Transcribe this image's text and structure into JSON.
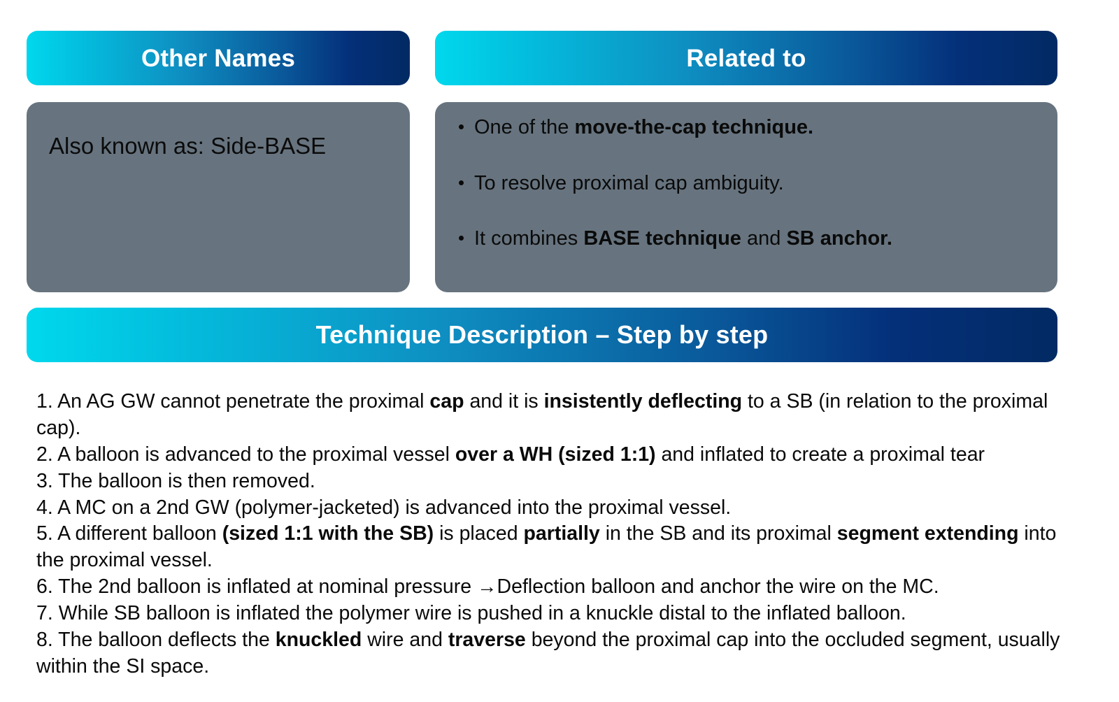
{
  "theme": {
    "gradient_start": "#00D8ED",
    "gradient_end": "#022A63",
    "card_gray": "#67747F",
    "heading_text_color": "#FFFFFF",
    "body_text_color": "#0A0A0A",
    "page_background": "#FFFFFF"
  },
  "sections": {
    "other_names": {
      "header": "Other Names",
      "body": "Also known as: Side-BASE"
    },
    "related_to": {
      "header": "Related to",
      "bullets": [
        {
          "plain_prefix": "One of the ",
          "bold_1": "move-the-cap technique.",
          "plain_mid": "",
          "bold_2": "",
          "plain_suffix": ""
        },
        {
          "plain_prefix": "To resolve proximal cap ambiguity.",
          "bold_1": "",
          "plain_mid": "",
          "bold_2": "",
          "plain_suffix": ""
        },
        {
          "plain_prefix": "It combines ",
          "bold_1": "BASE technique",
          "plain_mid": " and ",
          "bold_2": "SB anchor.",
          "plain_suffix": ""
        }
      ]
    },
    "technique": {
      "header": "Technique Description – Step by step",
      "steps": [
        {
          "number": "1.",
          "segments": [
            {
              "text": " An AG GW cannot penetrate the proximal ",
              "bold": false
            },
            {
              "text": "cap",
              "bold": true
            },
            {
              "text": " and it is ",
              "bold": false
            },
            {
              "text": "insistently deflecting",
              "bold": true
            },
            {
              "text": " to a SB (in relation to the proximal cap).",
              "bold": false
            }
          ]
        },
        {
          "number": "2.",
          "segments": [
            {
              "text": " A balloon is advanced to the proximal vessel ",
              "bold": false
            },
            {
              "text": "over a WH (sized 1:1)",
              "bold": true
            },
            {
              "text": " and inflated to create a proximal tear",
              "bold": false
            }
          ]
        },
        {
          "number": "3.",
          "segments": [
            {
              "text": " The balloon is then removed.",
              "bold": false
            }
          ]
        },
        {
          "number": "4.",
          "segments": [
            {
              "text": " A MC on a 2nd GW (polymer-jacketed) is advanced into the proximal vessel.",
              "bold": false
            }
          ]
        },
        {
          "number": "5.",
          "segments": [
            {
              "text": " A different balloon ",
              "bold": false
            },
            {
              "text": "(sized 1:1 with the SB)",
              "bold": true
            },
            {
              "text": " is placed ",
              "bold": false
            },
            {
              "text": "partially",
              "bold": true
            },
            {
              "text": " in the SB and its proximal ",
              "bold": false
            },
            {
              "text": "segment extending",
              "bold": true
            },
            {
              "text": " into the proximal vessel.",
              "bold": false
            }
          ]
        },
        {
          "number": "6.",
          "segments": [
            {
              "text": " The 2nd balloon is inflated at nominal pressure →Deflection balloon and anchor the wire on the MC.",
              "bold": false
            }
          ]
        },
        {
          "number": "7.",
          "segments": [
            {
              "text": " While SB balloon is inflated the polymer wire is pushed in a knuckle distal to the inflated balloon.",
              "bold": false
            }
          ]
        },
        {
          "number": "8.",
          "segments": [
            {
              "text": " The balloon deflects the ",
              "bold": false
            },
            {
              "text": "knuckled",
              "bold": true
            },
            {
              "text": " wire and ",
              "bold": false
            },
            {
              "text": "traverse",
              "bold": true
            },
            {
              "text": " beyond the proximal cap into the occluded segment, usually within the SI space.",
              "bold": false
            }
          ]
        }
      ]
    }
  }
}
